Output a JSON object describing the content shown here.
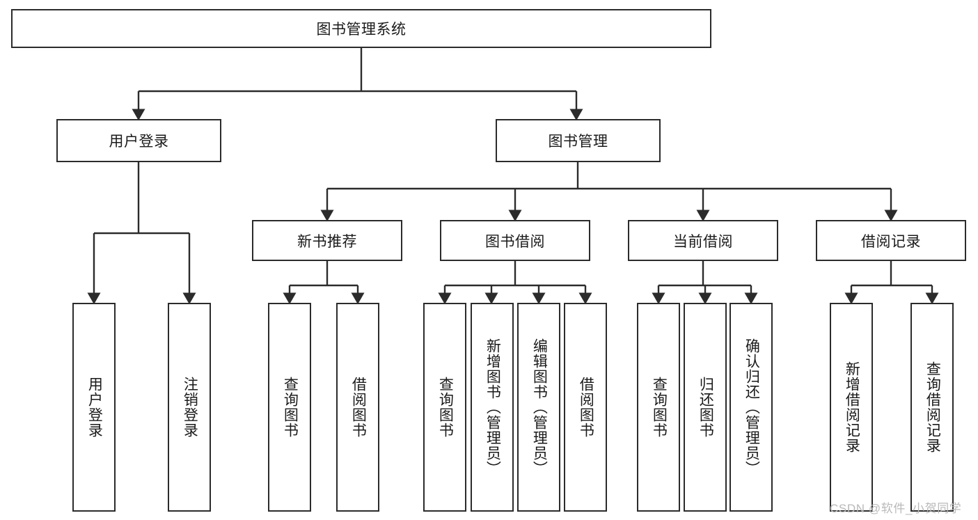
{
  "diagram": {
    "title": "图书管理系统",
    "watermark": "CSDN @软件_小贺同学",
    "line_color": "#2b2b2b",
    "box_fill": "#ffffff",
    "text_color": "#1a1a1a",
    "watermark_color": "#b9b9b9",
    "nodes": {
      "root": "图书管理系统",
      "level2": {
        "user_login": "用户登录",
        "book_manage": "图书管理"
      },
      "level3": {
        "new_book_recommend": "新书推荐",
        "book_borrow": "图书借阅",
        "current_borrow": "当前借阅",
        "borrow_record": "借阅记录"
      },
      "leaves": {
        "user_login_children": [
          "用户登录",
          "注销登录"
        ],
        "new_book_recommend_children": [
          "查询图书",
          "借阅图书"
        ],
        "book_borrow_children": [
          "查询图书",
          "新增图书（管理员）",
          "编辑图书（管理员）",
          "借阅图书"
        ],
        "current_borrow_children": [
          "查询图书",
          "归还图书",
          "确认归还（管理员）"
        ],
        "borrow_record_children": [
          "新增借阅记录",
          "查询借阅记录"
        ]
      }
    }
  }
}
